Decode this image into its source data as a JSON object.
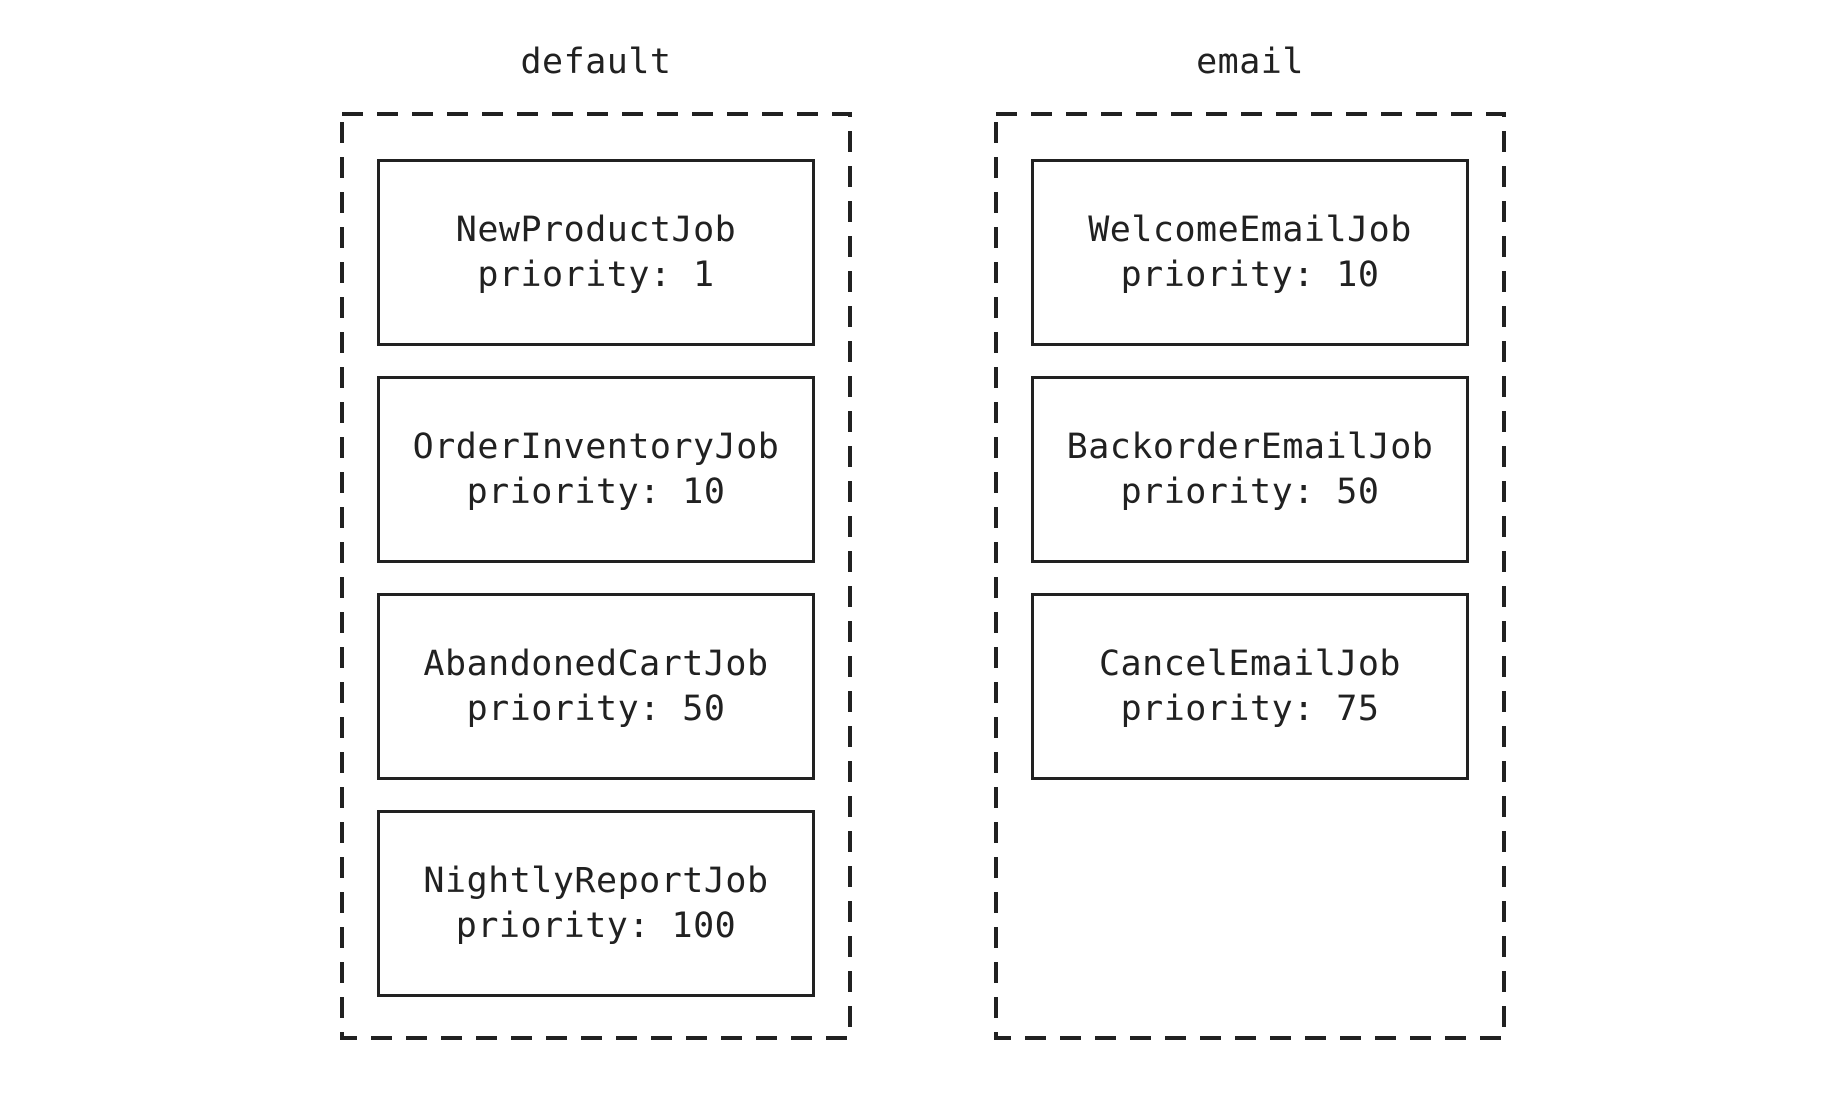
{
  "page": {
    "background": "#ffffff",
    "ink": "#212121"
  },
  "queues": [
    {
      "label": "default",
      "jobs": [
        {
          "name": "NewProductJob",
          "priority": "priority: 1"
        },
        {
          "name": "OrderInventoryJob",
          "priority": "priority: 10"
        },
        {
          "name": "AbandonedCartJob",
          "priority": "priority: 50"
        },
        {
          "name": "NightlyReportJob",
          "priority": "priority: 100"
        }
      ]
    },
    {
      "label": "email",
      "jobs": [
        {
          "name": "WelcomeEmailJob",
          "priority": "priority: 10"
        },
        {
          "name": "BackorderEmailJob",
          "priority": "priority: 50"
        },
        {
          "name": "CancelEmailJob",
          "priority": "priority: 75"
        }
      ]
    }
  ]
}
